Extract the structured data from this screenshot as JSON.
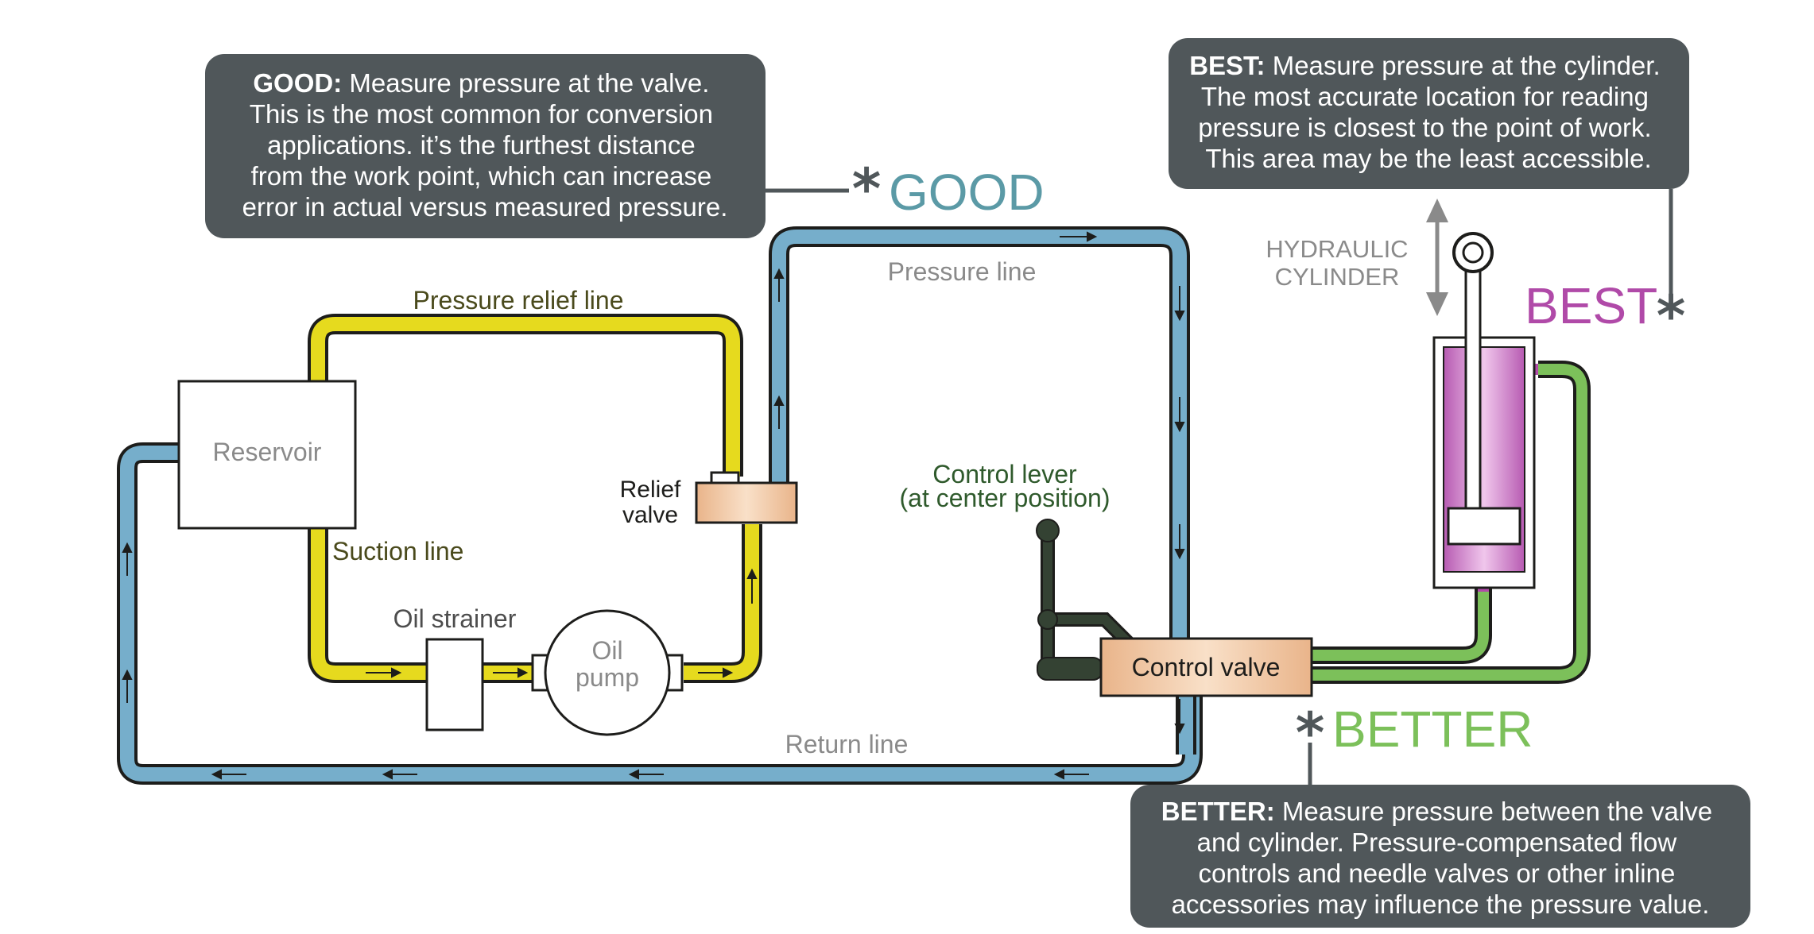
{
  "colors": {
    "callout_bg": "#50575a",
    "pressure_line": "#76aecb",
    "relief_line": "#e6da1e",
    "return_line": "#76aecb",
    "cylinder_line": "#7cc05a",
    "cylinder_body": "#c777c7",
    "good": "#5b9aa6",
    "better": "#7cc05a",
    "best": "#b04aa8",
    "valve_fill": "#f0c9a6",
    "lever": "#344233"
  },
  "callouts": {
    "good": {
      "heading": "GOOD:",
      "lines": [
        "Measure pressure at the valve.",
        "This is the most common for conversion",
        "applications. it’s the furthest distance",
        "from the work point, which can increase",
        "error in actual versus measured pressure."
      ]
    },
    "best": {
      "heading": "BEST:",
      "lines": [
        "Measure pressure at the cylinder.",
        "The most accurate location for reading",
        "pressure is closest to the point of work.",
        "This area may be the least accessible."
      ]
    },
    "better": {
      "heading": "BETTER:",
      "lines": [
        "Measure pressure between the valve",
        "and cylinder. Pressure-compensated flow",
        "controls and needle valves or other inline",
        "accessories may influence the pressure value."
      ]
    }
  },
  "markers": {
    "good": "GOOD",
    "better": "BETTER",
    "best": "BEST",
    "asterisk": "*"
  },
  "labels": {
    "reservoir": "Reservoir",
    "pressure_relief_line": "Pressure relief line",
    "pressure_line": "Pressure line",
    "suction_line": "Suction line",
    "oil_strainer": "Oil strainer",
    "oil_pump": [
      "Oil",
      "pump"
    ],
    "relief_valve": [
      "Relief",
      "valve"
    ],
    "control_lever": [
      "Control lever",
      "(at center position)"
    ],
    "control_valve": "Control valve",
    "return_line": "Return line",
    "hydraulic_cylinder": [
      "HYDRAULIC",
      "CYLINDER"
    ]
  }
}
